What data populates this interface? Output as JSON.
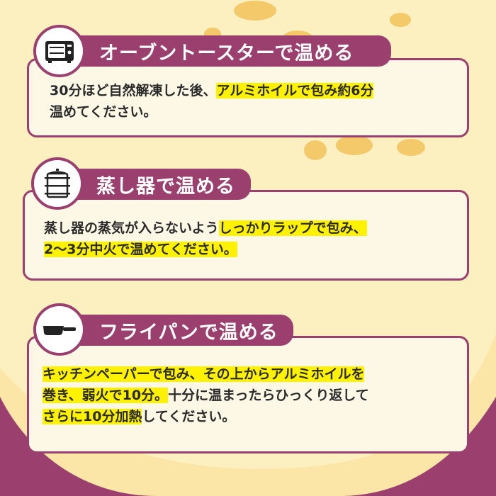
{
  "sections": [
    {
      "icon": "toaster-oven-icon",
      "title": "オーブントースターで温める",
      "lines": [
        [
          {
            "t": "30分ほど自然解凍した後、",
            "hl": false
          },
          {
            "t": "アルミホイルで包み約6分",
            "hl": true
          }
        ],
        [
          {
            "t": "温めてください。",
            "hl": false
          }
        ]
      ]
    },
    {
      "icon": "steamer-icon",
      "title": "蒸し器で温める",
      "lines": [
        [
          {
            "t": "蒸し器の蒸気が入らないよう",
            "hl": false
          },
          {
            "t": "しっかりラップで包み、",
            "hl": true
          }
        ],
        [
          {
            "t": "2〜3分中火で温めてください。",
            "hl": true
          }
        ]
      ]
    },
    {
      "icon": "frying-pan-icon",
      "title": "フライパンで温める",
      "lines": [
        [
          {
            "t": "キッチンペーパーで包み、その上からアルミホイルを",
            "hl": true
          }
        ],
        [
          {
            "t": "巻き、弱火で10分。",
            "hl": true
          },
          {
            "t": "十分に温まったらひっくり返して",
            "hl": false
          }
        ],
        [
          {
            "t": "さらに10分加熱",
            "hl": true
          },
          {
            "t": "してください。",
            "hl": false
          }
        ]
      ]
    }
  ],
  "colors": {
    "accent": "#9b3f6e",
    "highlight": "#fff200",
    "background": "#fbe6a8",
    "card": "#fdf7e6"
  }
}
